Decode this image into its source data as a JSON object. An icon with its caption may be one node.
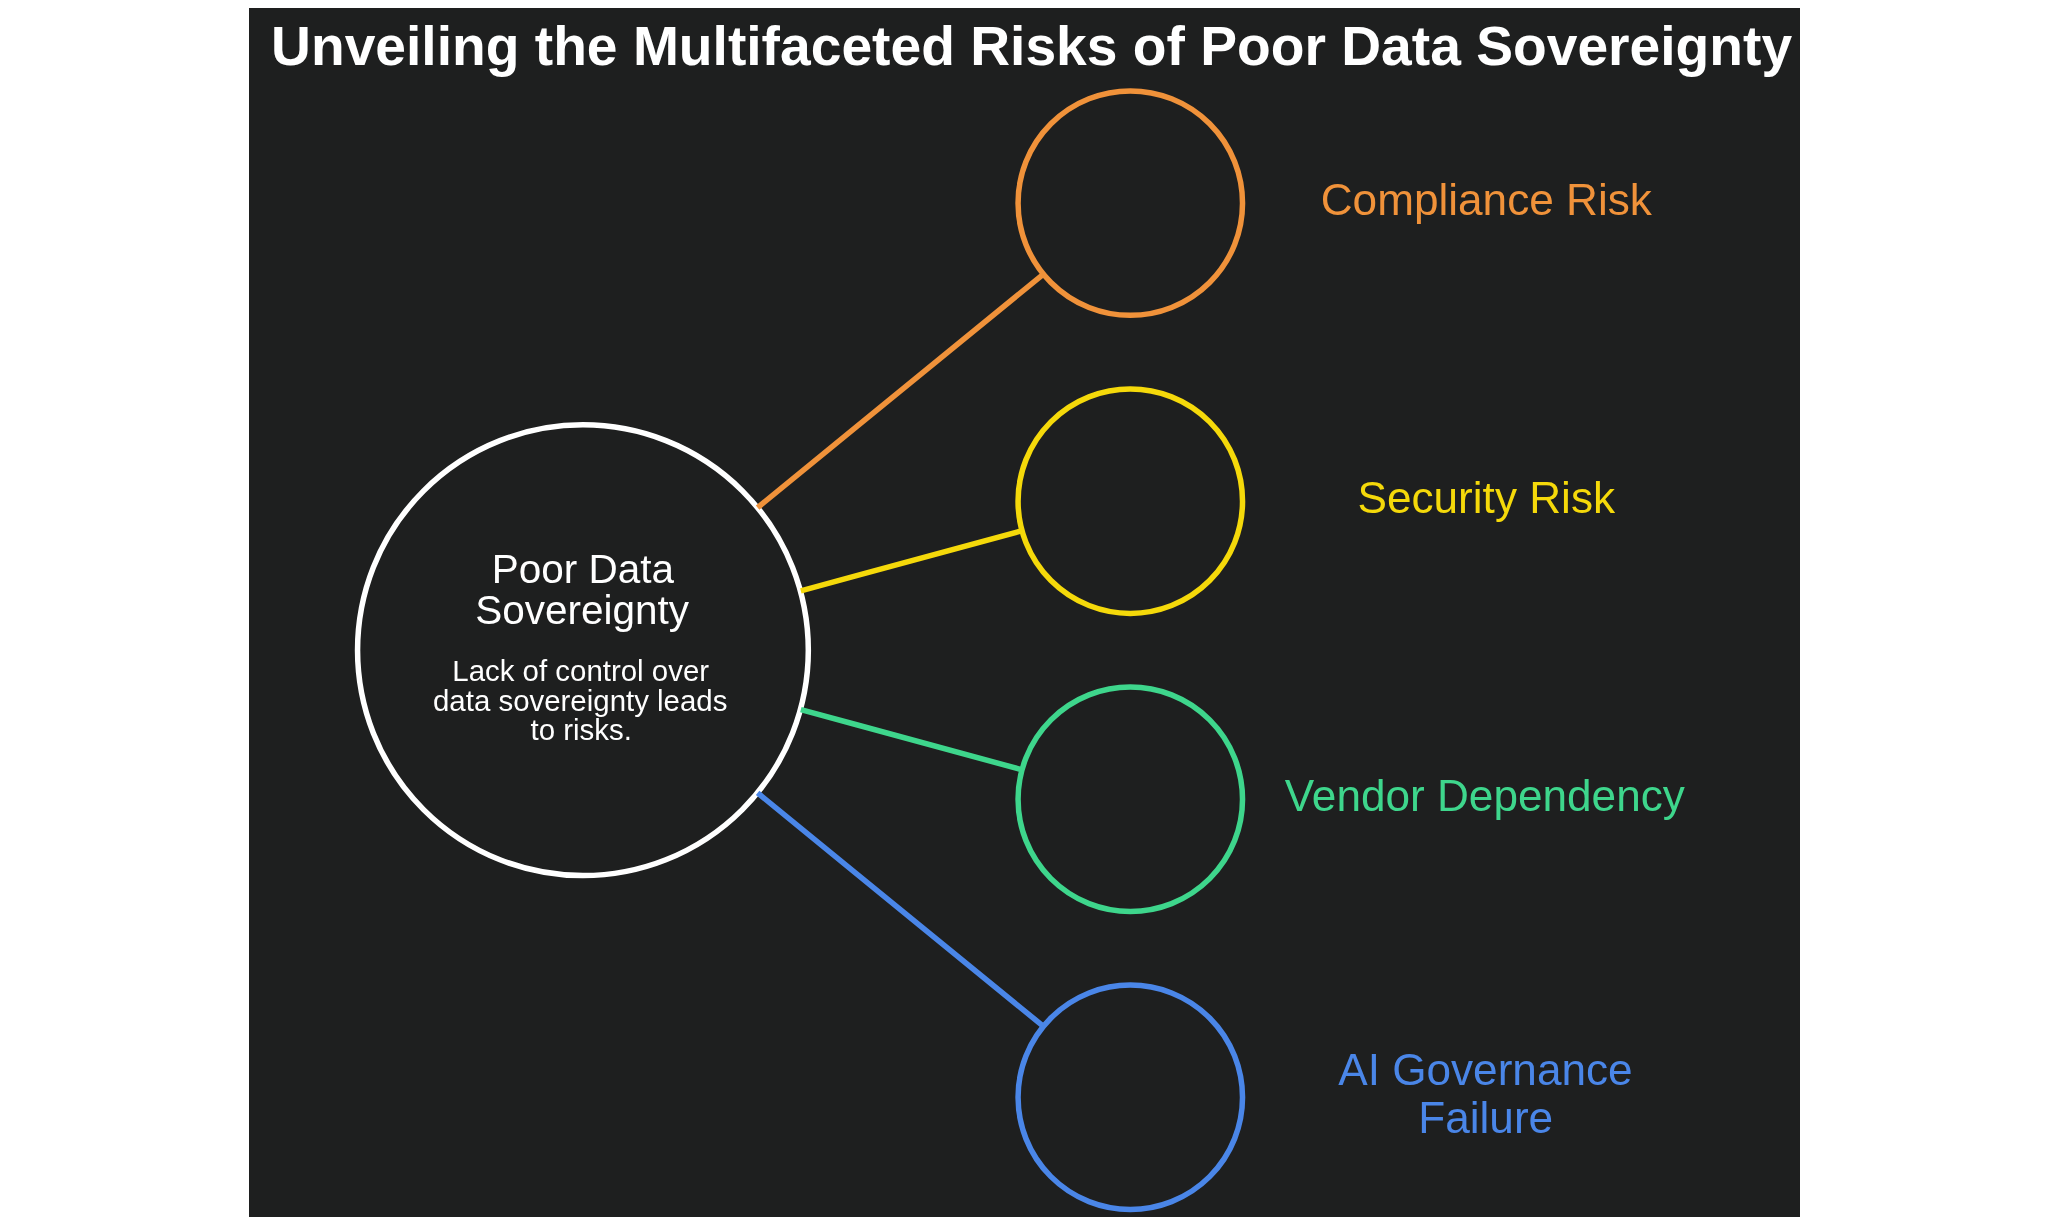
{
  "diagram": {
    "title": "Unveiling the Multifaceted Risks of Poor Data Sovereignty",
    "nodes": [
      {
        "text": [
          "Poor Data Sovereignty",
          "Lack of control over data sovereignty leads to risks."
        ]
      },
      {
        "text": [],
        "shape": "circle",
        "beside": [
          "Compliance Risk"
        ]
      },
      {
        "text": [],
        "shape": "circle",
        "beside": [
          "Security Risk"
        ]
      },
      {
        "text": [],
        "shape": "circle",
        "beside": [
          "Vendor Dependency"
        ]
      },
      {
        "text": [],
        "shape": "circle",
        "beside": [
          "AI Governance Failure"
        ]
      }
    ],
    "edges": [
      {
        "from": 0,
        "to": 1,
        "arrow": "none",
        "color": "#f0923a"
      },
      {
        "from": 0,
        "to": 2,
        "arrow": "none",
        "color": "#f5d90a"
      },
      {
        "from": 0,
        "to": 3,
        "arrow": "none",
        "color": "#3ed68c"
      },
      {
        "from": 0,
        "to": 4,
        "arrow": "none",
        "color": "#4a86e8"
      }
    ]
  }
}
